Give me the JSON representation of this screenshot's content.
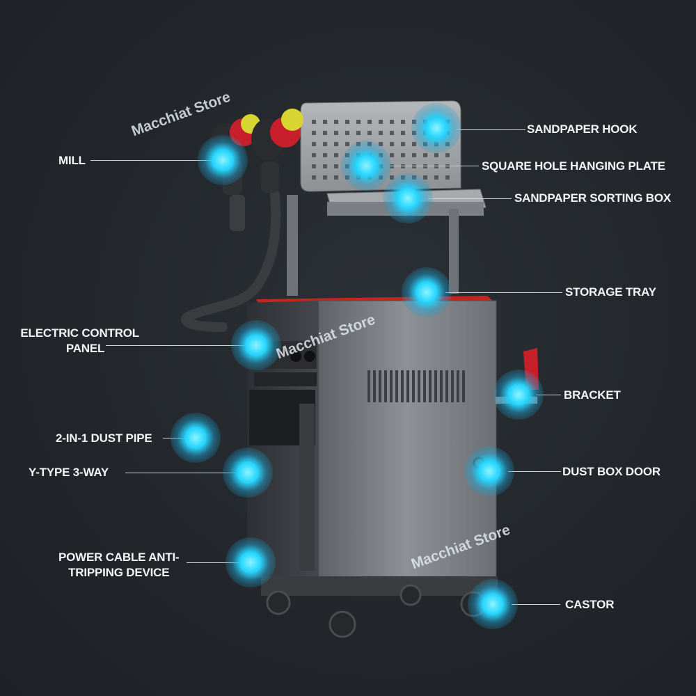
{
  "watermark": "Macchiat Store",
  "labels": {
    "sandpaper_hook": "SANDPAPER HOOK",
    "mill": "MILL",
    "square_hole_plate": "SQUARE HOLE HANGING PLATE",
    "sandpaper_box": "SANDPAPER SORTING BOX",
    "storage_tray": "STORAGE TRAY",
    "control_panel_1": "ELECTRIC CONTROL",
    "control_panel_2": "PANEL",
    "bracket": "BRACKET",
    "dust_pipe": "2-IN-1 DUST PIPE",
    "dust_box_door": "DUST BOX DOOR",
    "y_type": "Y-TYPE 3-WAY",
    "power_cable_1": "POWER CABLE ANTI-",
    "power_cable_2": "TRIPPING DEVICE",
    "castor": "CASTOR"
  },
  "colors": {
    "background": "#22262a",
    "highlight": "#2fd9ff",
    "label": "#f2f4f5",
    "tray_red": "#c4261e"
  }
}
